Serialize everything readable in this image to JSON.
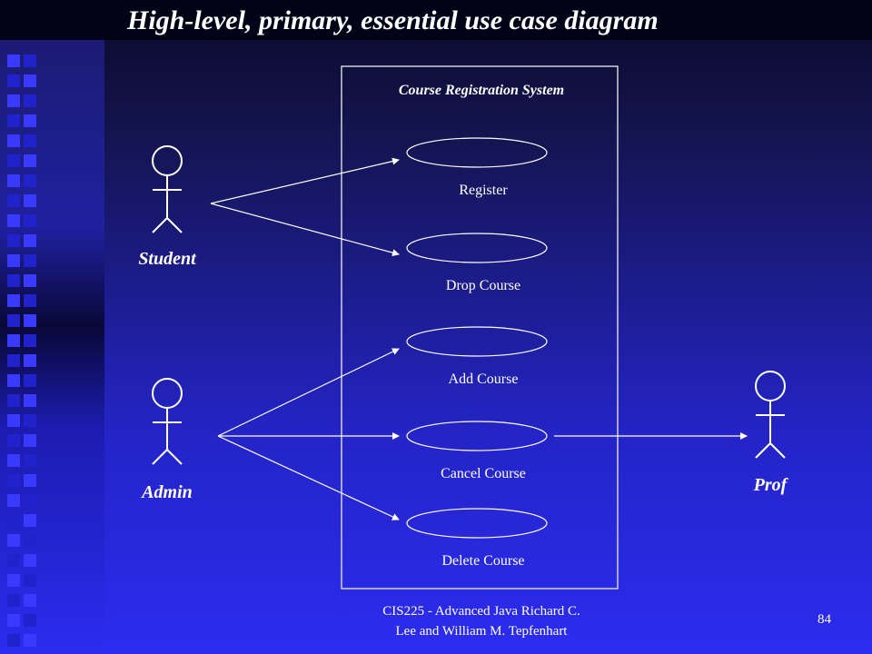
{
  "slide": {
    "title": "High-level, primary, essential use case diagram",
    "footer_line1": "CIS225 - Advanced Java Richard C.",
    "footer_line2": "Lee and William M. Tepfenhart",
    "page_number": "84"
  },
  "diagram": {
    "system_boundary_label": "Course Registration System",
    "actors": {
      "student": "Student",
      "admin": "Admin",
      "prof": "Prof"
    },
    "use_cases": {
      "register": "Register",
      "drop_course": "Drop Course",
      "add_course": "Add Course",
      "cancel_course": "Cancel Course",
      "delete_course": "Delete Course"
    },
    "associations": [
      {
        "from": "Student",
        "to": "Register"
      },
      {
        "from": "Student",
        "to": "Drop Course"
      },
      {
        "from": "Admin",
        "to": "Add Course"
      },
      {
        "from": "Admin",
        "to": "Cancel Course"
      },
      {
        "from": "Admin",
        "to": "Delete Course"
      },
      {
        "from": "Cancel Course",
        "to": "Prof"
      }
    ]
  },
  "colors": {
    "background": "#2c2cf0",
    "line": "#ffffff",
    "text": "#ffffff"
  }
}
